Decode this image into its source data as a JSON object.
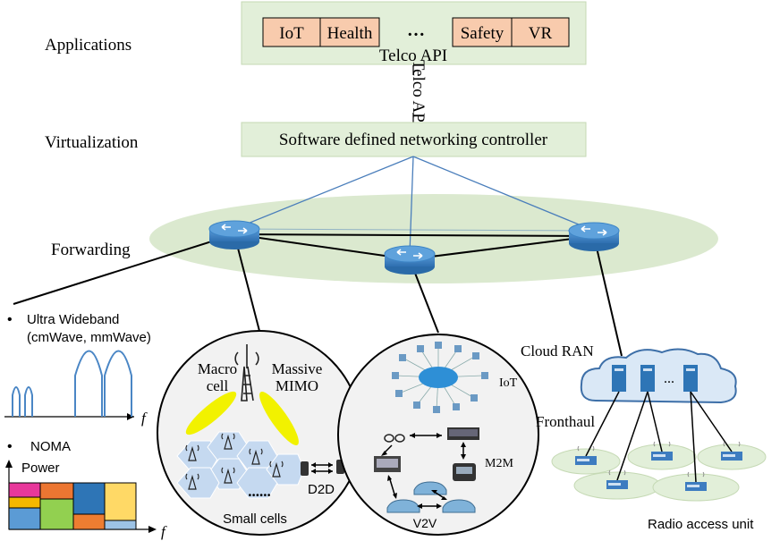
{
  "layers": {
    "applications": "Applications",
    "virtualization": "Virtualization",
    "forwarding": "Forwarding"
  },
  "apps": {
    "boxes": [
      "IoT",
      "Health",
      "Safety",
      "VR"
    ],
    "ellipsis": "…",
    "api": "Telco API"
  },
  "telco_api_vertical": "Telco API",
  "sdn_controller": "Software defined networking controller",
  "uwb": {
    "bullet": "•",
    "line1": "Ultra Wideband",
    "line2": "(cmWave, mmWave)",
    "axis_f": "f"
  },
  "noma": {
    "bullet": "•",
    "title": "NOMA",
    "power": "Power",
    "axis_f": "f"
  },
  "cells": {
    "macro": "Macro",
    "cell": "cell",
    "massive": "Massive",
    "mimo": "MIMO",
    "dots": "......",
    "d2d": "D2D",
    "small_cells": "Small cells"
  },
  "iot_circle": {
    "iot": "IoT",
    "m2m": "M2M",
    "v2v": "V2V"
  },
  "ran": {
    "cloud": "Cloud RAN",
    "fronthaul": "Fronthaul",
    "dots": "...",
    "access": "Radio access unit"
  },
  "colors": {
    "green_box": "#e2efd9",
    "app_box": "#f8cbad",
    "ellipse": "#dbe9cf",
    "router": "#3d85c6",
    "blue_line": "#4a7ebb",
    "cloud": "#dae8f6",
    "hex": "#c5d9f0",
    "beam": "#f2f200",
    "noma": [
      "#e8389b",
      "#ec7632",
      "#2e75b6",
      "#ffd966",
      "#f4b800",
      "#5b9bd5",
      "#92d050",
      "#ed7d31",
      "#9dc3e6"
    ]
  }
}
